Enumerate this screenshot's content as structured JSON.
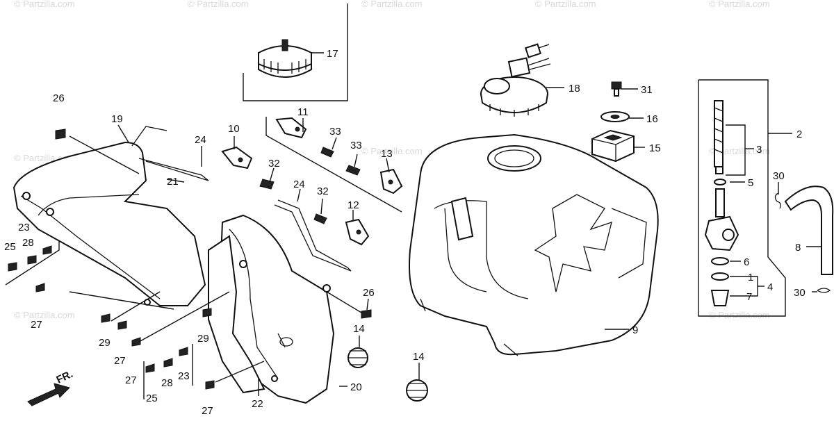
{
  "watermark": "© Partzilla.com",
  "direction_label": "FR.",
  "callouts": {
    "c1": "1",
    "c2": "2",
    "c3": "3",
    "c4": "4",
    "c5": "5",
    "c6": "6",
    "c7": "7",
    "c8": "8",
    "c9": "9",
    "c10": "10",
    "c11": "11",
    "c12": "12",
    "c13": "13",
    "c14a": "14",
    "c14b": "14",
    "c15": "15",
    "c16": "16",
    "c17": "17",
    "c18": "18",
    "c19": "19",
    "c20": "20",
    "c21": "21",
    "c22": "22",
    "c23a": "23",
    "c23b": "23",
    "c24a": "24",
    "c24b": "24",
    "c25a": "25",
    "c25b": "25",
    "c26a": "26",
    "c26b": "26",
    "c27a": "27",
    "c27b": "27",
    "c27c": "27",
    "c27d": "27",
    "c28a": "28",
    "c28b": "28",
    "c29a": "29",
    "c29b": "29",
    "c30a": "30",
    "c30b": "30",
    "c31": "31",
    "c32a": "32",
    "c32b": "32",
    "c33a": "33",
    "c33b": "33"
  }
}
